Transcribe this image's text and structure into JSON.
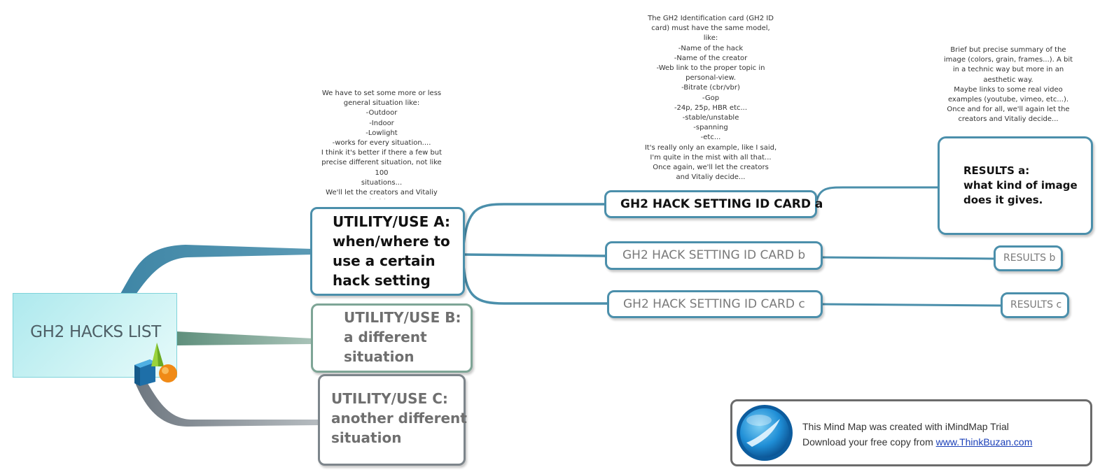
{
  "central": {
    "title": "GH2 HACKS LIST"
  },
  "branches": {
    "use_a": "UTILITY/USE A:\nwhen/where to\nuse a certain\nhack setting",
    "use_b": "UTILITY/USE B:\na different\nsituation",
    "use_c": "UTILITY/USE C:\nanother different\nsituation"
  },
  "cards": {
    "card_a": "GH2 HACK SETTING ID CARD a",
    "card_b": "GH2 HACK SETTING ID CARD b",
    "card_c": "GH2 HACK SETTING ID CARD c"
  },
  "results": {
    "results_a": "RESULTS a:\nwhat kind of image\ndoes it gives.",
    "results_b": "RESULTS b",
    "results_c": "RESULTS c"
  },
  "notes": {
    "use_note": "We have to set some more or less\ngeneral situation like:\n-Outdoor\n-Indoor\n-Lowlight\n-works for every situation....\nI think it's better if there a few but\nprecise different situation, not like 100\nsituations...\nWe'll let the creators and Vitaliy\ndecide...",
    "card_note": "The GH2 Identification card (GH2 ID\ncard) must have the same model,\nlike:\n-Name of the hack\n-Name of the creator\n-Web link to the proper topic in\npersonal-view.\n-Bitrate (cbr/vbr)\n-Gop\n-24p, 25p, HBR etc...\n-stable/unstable\n-spanning\n-etc...\nIt's really only an example, like I said,\nI'm quite in the mist with all that...\nOnce again, we'll let the creators\nand Vitaliy decide...",
    "results_note": "Brief but precise summary of the\nimage (colors, grain, frames...). A bit\nin a technic way but more in an\naesthetic way.\nMaybe links to some real video\nexamples (youtube, vimeo, etc...).\nOnce and for all, we'll again let the\ncreators and Vitaliy decide..."
  },
  "trial_banner": {
    "line1": "This Mind Map was created with iMindMap Trial",
    "line2_prefix": "Download your free copy from ",
    "link": "www.ThinkBuzan.com"
  },
  "colors": {
    "branch_a": "#4b8fab",
    "branch_b": "#6f9a8a",
    "branch_c": "#7d858b",
    "card_border": "#4b8fab",
    "central_fill": "#b4ecef"
  }
}
